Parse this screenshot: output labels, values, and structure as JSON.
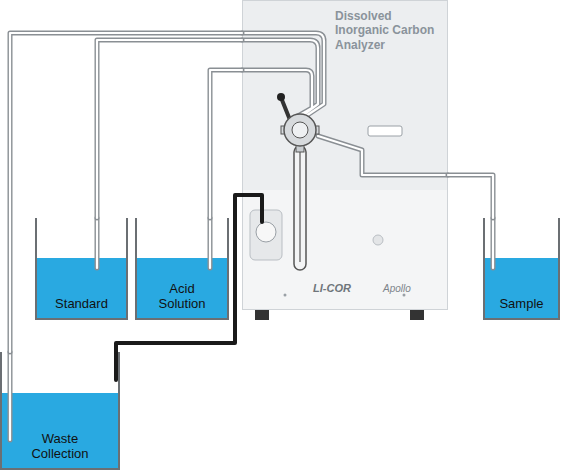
{
  "diagram": {
    "nodes": [
      {
        "text": [
          "Dissolved Inorganic Carbon Analyzer",
          "LI-COR",
          "Apollo"
        ]
      },
      {
        "text": [
          "Standard"
        ]
      },
      {
        "text": [
          "Acid Solution"
        ]
      },
      {
        "text": [
          "Sample"
        ]
      },
      {
        "text": [
          "Waste Collection"
        ]
      }
    ],
    "edges": [
      {
        "from": 1,
        "to": 0,
        "arrow": "none"
      },
      {
        "from": 2,
        "to": 0,
        "arrow": "none"
      },
      {
        "from": 3,
        "to": 0,
        "arrow": "none"
      },
      {
        "from": 4,
        "to": 0,
        "arrow": "none"
      },
      {
        "from": 4,
        "to": 0,
        "arrow": "none"
      }
    ]
  }
}
